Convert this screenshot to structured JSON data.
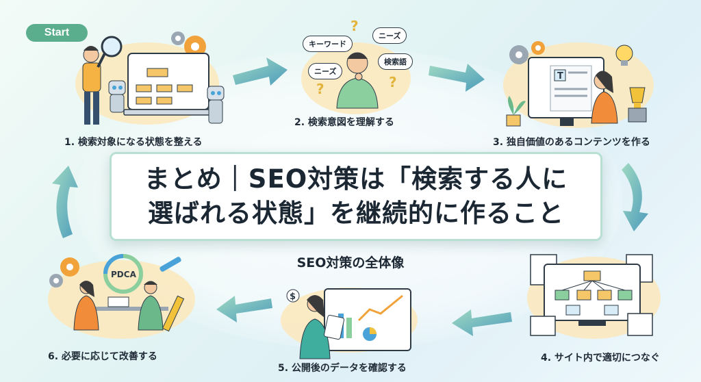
{
  "start_label": "Start",
  "title_line1": "まとめ｜SEO対策は「検索する人に",
  "title_line2": "選ばれる状態」を継続的に作ること",
  "subtitle": "SEO対策の全体像",
  "steps": [
    {
      "label": "1. 検索対象になる状態を整える"
    },
    {
      "label": "2. 検索意図を理解する"
    },
    {
      "label": "3. 独自価値のあるコンテンツを作る"
    },
    {
      "label": "4. サイト内で適切につなぐ"
    },
    {
      "label": "5. 公開後のデータを確認する"
    },
    {
      "label": "6. 必要に応じて改善する"
    }
  ],
  "bubbles": [
    "キーワード",
    "ニーズ",
    "検索語",
    "ニーズ"
  ],
  "pdca_label": "PDCA",
  "doc_letter": "T",
  "colors": {
    "accent_green": "#5aae8e",
    "arrow_start": "#8fd0b8",
    "arrow_end": "#4a9ab8",
    "blob": "#fbe9bf"
  }
}
